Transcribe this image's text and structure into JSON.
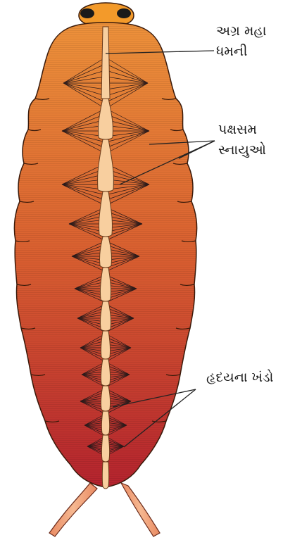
{
  "labels": {
    "anterior_aorta": [
      "અગ્ર મહા",
      "ધમની"
    ],
    "alary_muscles": [
      "પક્ષસમ",
      "સ્નાયુઓ"
    ],
    "heart_chambers": "હૃદયના ખંડો"
  },
  "colors": {
    "body_top": "#ec8f36",
    "body_bottom": "#b3222c",
    "heart": "#f8cf9f",
    "head": "#f39a2a",
    "eye": "#1a1a1a",
    "muscle": "#2a1a1a",
    "line": "#222222",
    "cerci": "#f0a070"
  }
}
